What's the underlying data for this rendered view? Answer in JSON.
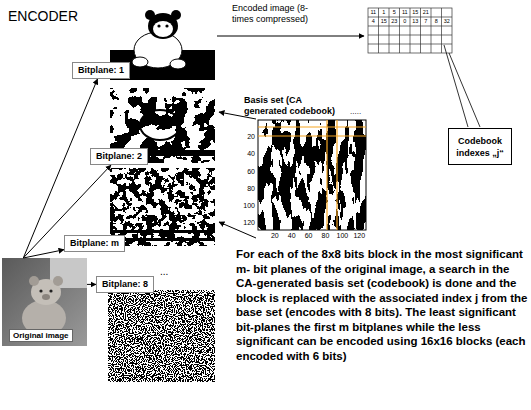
{
  "diagram": {
    "title": "ENCODER",
    "nodes": [
      {
        "text": [
          "Bitplane: 1"
        ]
      },
      {
        "text": [
          "Bitplane: 2"
        ]
      },
      {
        "text": [
          "Bitplane: m"
        ]
      },
      {
        "text": [
          "Original image"
        ]
      },
      {
        "text": [
          "Bitplane: 8"
        ]
      },
      {
        "text": [
          "Codebook indexes „j“"
        ]
      }
    ],
    "edges": [
      {
        "from": 3,
        "to": 0,
        "arrow": "to"
      },
      {
        "from": 3,
        "to": 1,
        "arrow": "to"
      },
      {
        "from": 3,
        "to": 2,
        "arrow": "to"
      },
      {
        "from": 3,
        "to": 4,
        "arrow": "to"
      }
    ],
    "labels": [
      "Encoded image (8-times compressed)",
      "11",
      "1",
      "5",
      "11",
      "15",
      "21",
      "4",
      "15",
      "23",
      "0",
      "13",
      "7",
      "8",
      "32",
      "Basis set (CA generated codebook)",
      "20",
      "40",
      "60",
      "80",
      "100",
      "120",
      "20",
      "40",
      "60",
      "80",
      "100",
      "120",
      ".....",
      "...",
      "For each of the 8x8 bits block in the most significant m- bit planes of the original image, a search in the CA-generated basis set (codebook) is done and the block is replaced with the associated index j from the base set (encodes with 8 bits). The least significant bit-planes the first m bitplanes while the less significant can be encoded using 16x16 blocks (each encoded with 6 bits)"
    ]
  }
}
